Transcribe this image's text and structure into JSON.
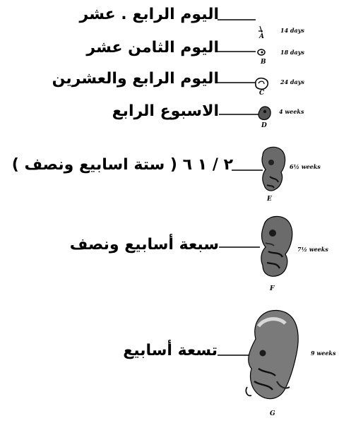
{
  "stages": [
    {
      "label_ar": "اليوم الرابع . عشر",
      "age": "14 days",
      "letter": "A"
    },
    {
      "label_ar": "اليوم الثامن عشر",
      "age": "18 days",
      "letter": "B"
    },
    {
      "label_ar": "اليوم الرابع والعشرين",
      "age": "24 days",
      "letter": "C"
    },
    {
      "label_ar": "الاسبوع الرابع",
      "age": "4 weeks",
      "letter": "D"
    },
    {
      "label_ar": "٢ / ١ ٦ ( ستة اسابيع ونصف )",
      "age": "6½ weeks",
      "letter": "E"
    },
    {
      "label_ar": "سبعة أسابيع ونصف",
      "age": "7½ weeks",
      "letter": "F"
    },
    {
      "label_ar": "تسعة أسابيع",
      "age": "9 weeks",
      "letter": "G"
    }
  ]
}
